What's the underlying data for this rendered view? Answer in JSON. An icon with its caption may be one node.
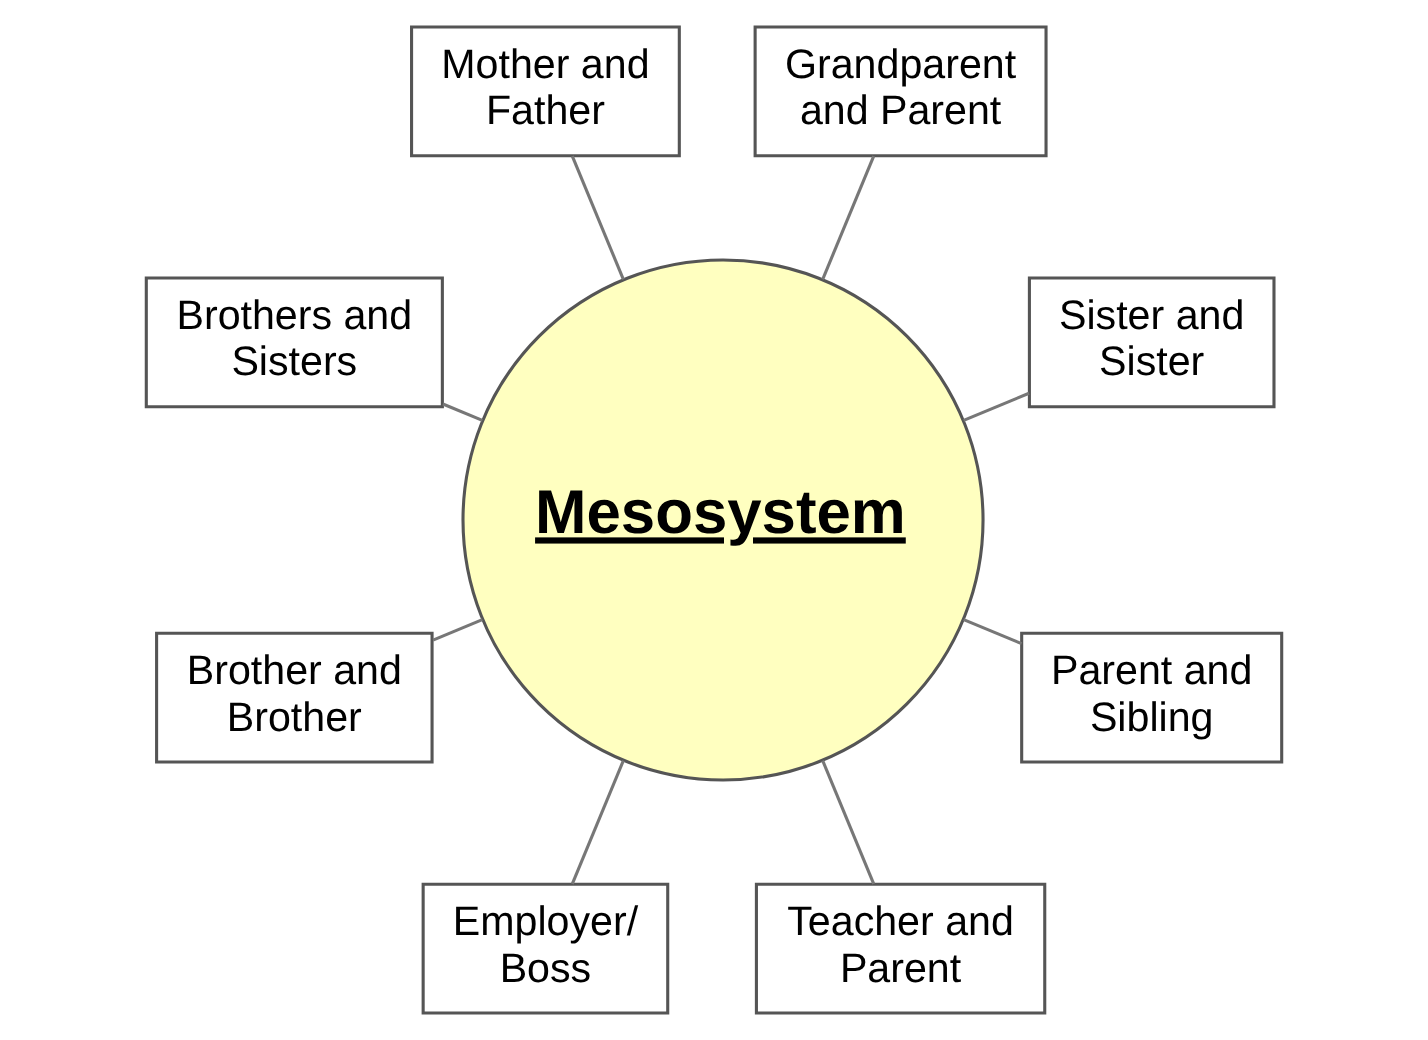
{
  "diagram": {
    "nodes": [
      {
        "text": [
          "Mesosystem"
        ]
      },
      {
        "text": [
          "Grandparent and Parent"
        ]
      },
      {
        "text": [
          "Sister and Sister"
        ]
      },
      {
        "text": [
          "Parent and Sibling"
        ]
      },
      {
        "text": [
          "Teacher and Parent"
        ]
      },
      {
        "text": [
          "Employer/ Boss"
        ]
      },
      {
        "text": [
          "Brother and Brother"
        ]
      },
      {
        "text": [
          "Brothers and Sisters"
        ]
      },
      {
        "text": [
          "Mother and Father"
        ]
      }
    ],
    "edges": [
      {
        "from": 0,
        "to": 1,
        "arrow": "none"
      },
      {
        "from": 0,
        "to": 2,
        "arrow": "none"
      },
      {
        "from": 0,
        "to": 3,
        "arrow": "none"
      },
      {
        "from": 0,
        "to": 4,
        "arrow": "none"
      },
      {
        "from": 0,
        "to": 5,
        "arrow": "none"
      },
      {
        "from": 0,
        "to": 6,
        "arrow": "none"
      },
      {
        "from": 0,
        "to": 7,
        "arrow": "none"
      },
      {
        "from": 0,
        "to": 8,
        "arrow": "none"
      }
    ]
  }
}
